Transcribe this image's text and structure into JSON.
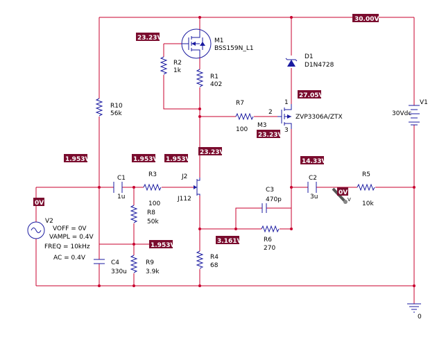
{
  "voltages": {
    "v_top_rail": "30.00V",
    "v_m1_gate": "23.23V",
    "v_d1_cathode": "27.05V",
    "v_r10": "1.953V",
    "v_r3": "1.953V",
    "v_j2_gate": "1.953V",
    "v_j2_drain": "23.23V",
    "v_m3_gate": "23.23V",
    "v_m3_drain": "14.33V",
    "v_input": "0V",
    "v_output": "0V",
    "v_c4": "1.953V",
    "v_j2_source": "3.161V"
  },
  "components": {
    "m1": {
      "ref": "M1",
      "value": "BSS159N_L1"
    },
    "r2": {
      "ref": "R2",
      "value": "1k"
    },
    "r1": {
      "ref": "R1",
      "value": "402"
    },
    "r10": {
      "ref": "R10",
      "value": "56k"
    },
    "r7": {
      "ref": "R7",
      "value": "100"
    },
    "m3": {
      "ref": "M3",
      "value": "ZVP3306A/ZTX",
      "pin_gate": "2",
      "pin_drain": "3",
      "pin_source": "1"
    },
    "d1": {
      "ref": "D1",
      "value": "D1N4728"
    },
    "v1": {
      "ref": "V1",
      "value": "30Vdc"
    },
    "c1": {
      "ref": "C1",
      "value": "1u"
    },
    "r3": {
      "ref": "R3",
      "value": "100"
    },
    "j2": {
      "ref": "J2",
      "value": "J112"
    },
    "c2": {
      "ref": "C2",
      "value": "3u"
    },
    "r5": {
      "ref": "R5",
      "value": "10k"
    },
    "c3": {
      "ref": "C3",
      "value": "470p"
    },
    "r8": {
      "ref": "R8",
      "value": "50k"
    },
    "r6": {
      "ref": "R6",
      "value": "270"
    },
    "c4": {
      "ref": "C4",
      "value": "330u"
    },
    "r9": {
      "ref": "R9",
      "value": "3.9k"
    },
    "r4": {
      "ref": "R4",
      "value": "68"
    },
    "v2": {
      "ref": "V2",
      "voff": "VOFF = 0V",
      "vampl": "VAMPL = 0.4V",
      "freq": "FREQ = 10kHz",
      "ac": "AC = 0.4V"
    }
  },
  "ground": {
    "label": "0"
  },
  "probe_marker": {
    "label": "V"
  },
  "colors": {
    "wire": "#c8002e",
    "component": "#1a1aa0",
    "probe_box": "#7a0c2e",
    "probe_text": "#ffffff"
  }
}
